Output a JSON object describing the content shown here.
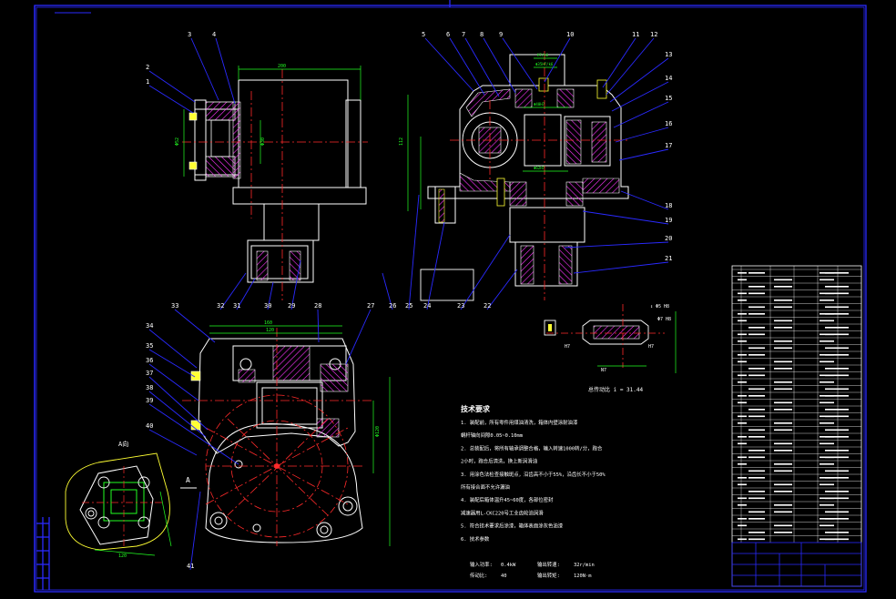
{
  "drawing": {
    "balloons": [
      "1",
      "2",
      "3",
      "4",
      "5",
      "6",
      "7",
      "8",
      "9",
      "10",
      "11",
      "12",
      "13",
      "14",
      "15",
      "16",
      "17",
      "18",
      "19",
      "20",
      "21",
      "22",
      "23",
      "24",
      "25",
      "26",
      "27",
      "28",
      "29",
      "30",
      "31",
      "32",
      "33",
      "34",
      "35",
      "36",
      "37",
      "38",
      "39",
      "40",
      "41"
    ],
    "tech_req_title": "技术要求",
    "tech_req_items": [
      "1. 装配前，所有零件用煤油清洗，箱体内壁涂耐油漆",
      "   蜗杆轴向间隙0.05~0.10mm",
      "2. 总装配后，将所有轴承调整合格，输入转速1000转/分，跑合",
      "   2小时，跑合后清洗，换上新润滑油",
      "3. 用涂色法检查接触斑点，沿齿高不小于55%，沿齿长不小于50%",
      "   所有接合面不允许漏油",
      "4. 装配后箱体温升45~60度，各部位密封",
      "   减速器用L-CKC220号工业齿轮油润滑",
      "5. 符合技术要求后涂漆，箱体表面涂灰色油漆",
      "6. 技术参数"
    ],
    "params": [
      {
        "k": "输入功率:",
        "v": "0.4kW",
        "k2": "输出转速:",
        "v2": "32r/min"
      },
      {
        "k": "传动比:",
        "v": "40",
        "k2": "输出转矩:",
        "v2": "120N·m"
      }
    ],
    "ratio_note": "总传动比 i = 31.44",
    "view_label": "A向"
  },
  "colors": {
    "background": "#000000",
    "frame": "#1a1aff",
    "outline": "#ffffff",
    "hatch": "#ff33ff",
    "center": "#ff2a2a",
    "leader": "#2a2aff",
    "dimension": "#22ff22",
    "section": "#ffff33"
  }
}
